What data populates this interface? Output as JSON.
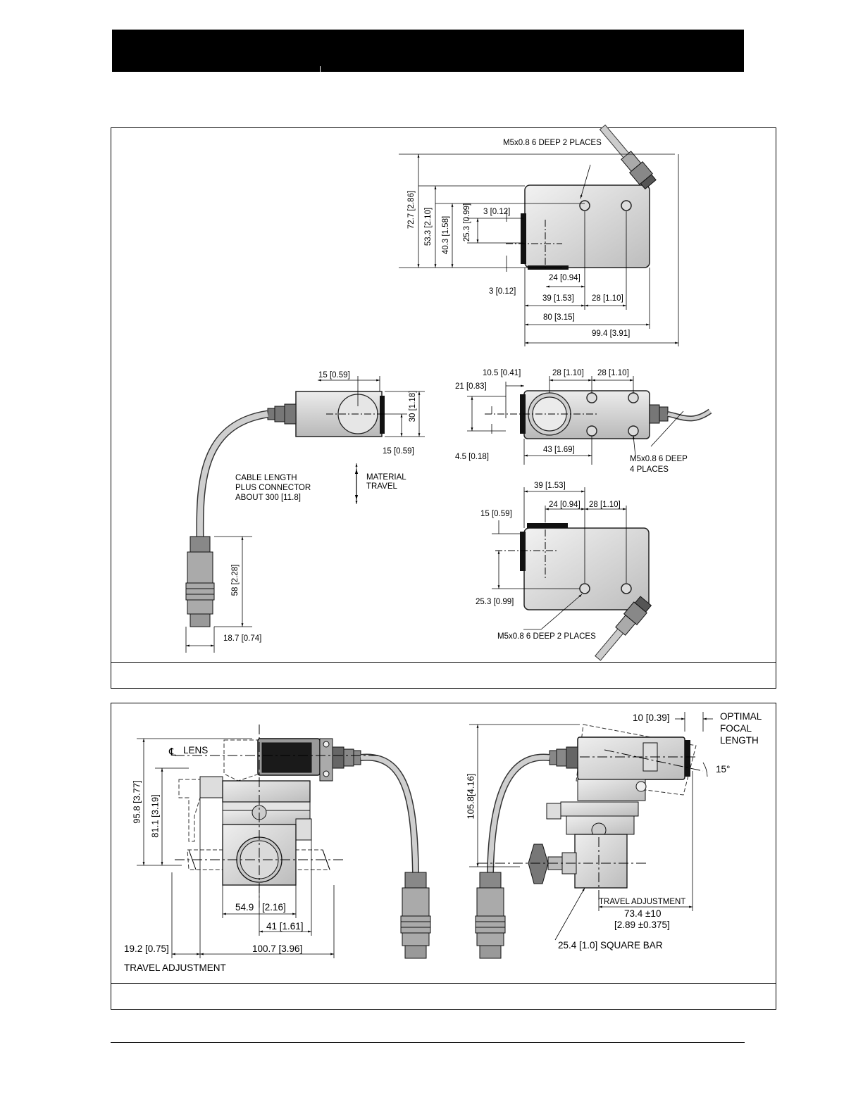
{
  "diagram_1": {
    "top_view": {
      "label_tap_top": "M5x0.8  6 DEEP 2 PLACES",
      "dim_72_7": "72.7 [2.86]",
      "dim_53_3": "53.3 [2.10]",
      "dim_40_3": "40.3 [1.58]",
      "dim_25_3": "25.3 [0.99]",
      "dim_3_top": "3 [0.12]",
      "dim_3_bottom": "3 [0.12]",
      "dim_24": "24 [0.94]",
      "dim_39": "39 [1.53]",
      "dim_28": "28 [1.10]",
      "dim_80": "80 [3.15]",
      "dim_99_4": "99.4 [3.91]"
    },
    "front_view": {
      "dim_15_top": "15 [0.59]",
      "dim_30": "30 [1.18]",
      "dim_15_bottom": "15 [0.59]"
    },
    "side_view": {
      "dim_10_5": "10.5 [0.41]",
      "dim_28_a": "28 [1.10]",
      "dim_28_b": "28 [1.10]",
      "dim_21": "21 [0.83]",
      "dim_4_5": "4.5 [0.18]",
      "dim_43": "43 [1.69]",
      "label_tap_4": "M5x0.8  6 DEEP",
      "label_tap_4b": "4 PLACES"
    },
    "cable": {
      "note_1": "CABLE LENGTH",
      "note_2": "PLUS CONNECTOR",
      "note_3": "ABOUT 300 [11.8]",
      "dim_58": "58 [2.28]",
      "dim_18_7": "18.7 [0.74]"
    },
    "material_travel": {
      "line_1": "MATERIAL",
      "line_2": "TRAVEL"
    },
    "bottom_view": {
      "dim_39": "39 [1.53]",
      "dim_24": "24 [0.94]",
      "dim_28": "28 [1.10]",
      "dim_15": "15 [0.59]",
      "dim_25_3": "25.3 [0.99]",
      "label_tap_bottom": "M5x0.8  6 DEEP 2 PLACES"
    }
  },
  "diagram_2": {
    "left_view": {
      "label_lens": "LENS",
      "dim_95_8": "95.8 [3.77]",
      "dim_81_1": "81.1 [3.19]",
      "dim_54_9_a": "54.9",
      "dim_54_9_b": "[2.16]",
      "dim_41": "41 [1.61]",
      "dim_19_2": "19.2 [0.75]",
      "dim_100_7": "100.7 [3.96]",
      "label_travel": "TRAVEL ADJUSTMENT"
    },
    "right_view": {
      "dim_10": "10 [0.39]",
      "focal_1": "OPTIMAL",
      "focal_2": "FOCAL",
      "focal_3": "LENGTH",
      "angle": "15°",
      "dim_105_8": "105.8[4.16]",
      "label_travel": "TRAVEL ADJUSTMENT",
      "dim_73_4": "73.4 ±10",
      "dim_73_4_in": "[2.89 ±0.375]",
      "label_bar": "25.4 [1.0]  SQUARE BAR"
    }
  }
}
